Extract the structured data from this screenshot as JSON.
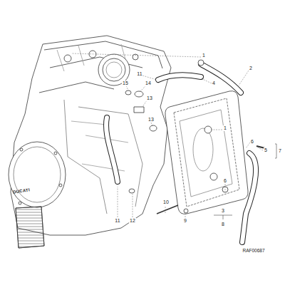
{
  "diagram": {
    "labels": [
      "1",
      "2",
      "11",
      "4",
      "14",
      "15",
      "13",
      "13",
      "1",
      "6",
      "5",
      "7",
      "6",
      "3",
      "8",
      "10",
      "9",
      "11",
      "12",
      "DUCATI",
      "RAF00687"
    ]
  }
}
